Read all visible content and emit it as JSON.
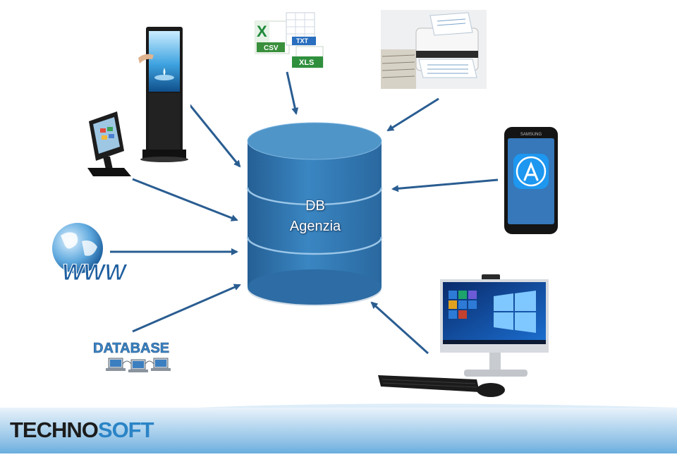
{
  "database": {
    "line1": "DB",
    "line2": "Agenzia",
    "color_top": "#4f95c8",
    "color_body": "#2f73ae"
  },
  "sources": [
    {
      "name": "kiosk-totem",
      "icon": "touch-kiosk-icon"
    },
    {
      "name": "tablet-stand",
      "icon": "tablet-kiosk-icon"
    },
    {
      "name": "file-formats",
      "icon": "file-formats-icon",
      "labels": [
        "CSV",
        "TXT",
        "XLS"
      ]
    },
    {
      "name": "document-scanner",
      "icon": "scanner-icon"
    },
    {
      "name": "smartphone-app",
      "icon": "app-store-icon"
    },
    {
      "name": "web",
      "icon": "globe-www-icon",
      "label": "WWW"
    },
    {
      "name": "external-database",
      "icon": "database-network-icon",
      "label": "DATABASE"
    },
    {
      "name": "desktop-pc",
      "icon": "desktop-computer-icon"
    }
  ],
  "phone": {
    "brand": "SAMSUNG"
  },
  "footer": {
    "logo_part1": "TECHNO",
    "logo_part2": "SOFT",
    "accent": "#2b84c6"
  },
  "arrow_color": "#2a5d91"
}
